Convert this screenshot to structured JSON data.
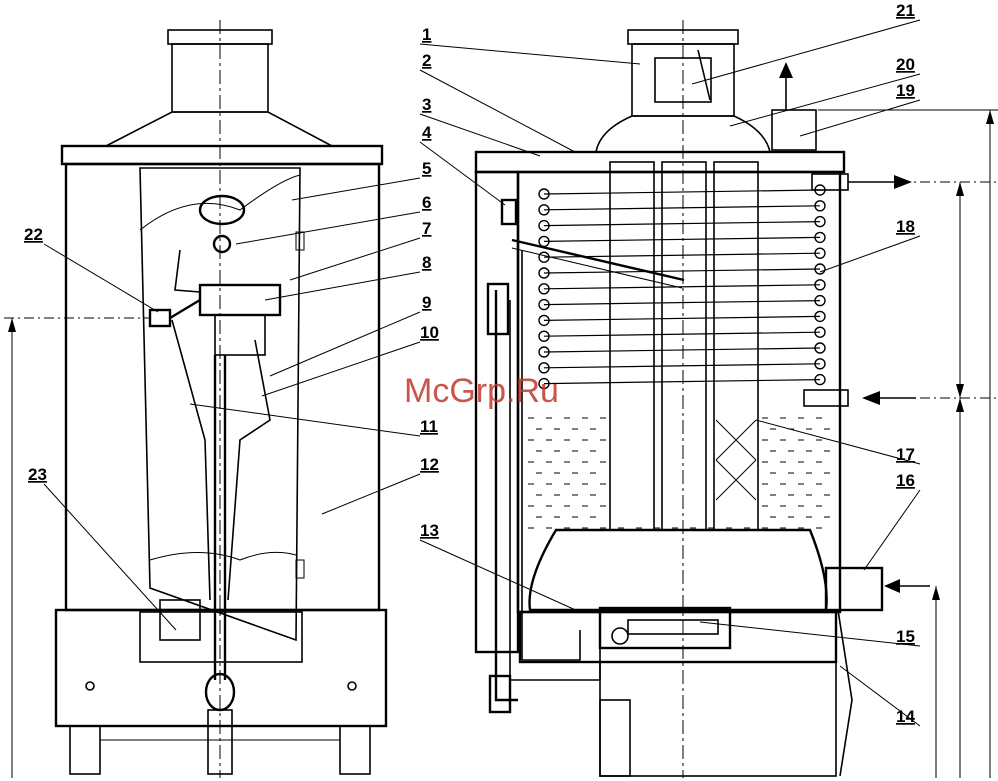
{
  "watermark": "McGrp.Ru",
  "callouts": [
    "1",
    "2",
    "3",
    "4",
    "5",
    "6",
    "7",
    "8",
    "9",
    "10",
    "11",
    "12",
    "13",
    "14",
    "15",
    "16",
    "17",
    "18",
    "19",
    "20",
    "21",
    "22",
    "23"
  ],
  "arrow_color": "#000000",
  "watermark_color": "#c0392b"
}
